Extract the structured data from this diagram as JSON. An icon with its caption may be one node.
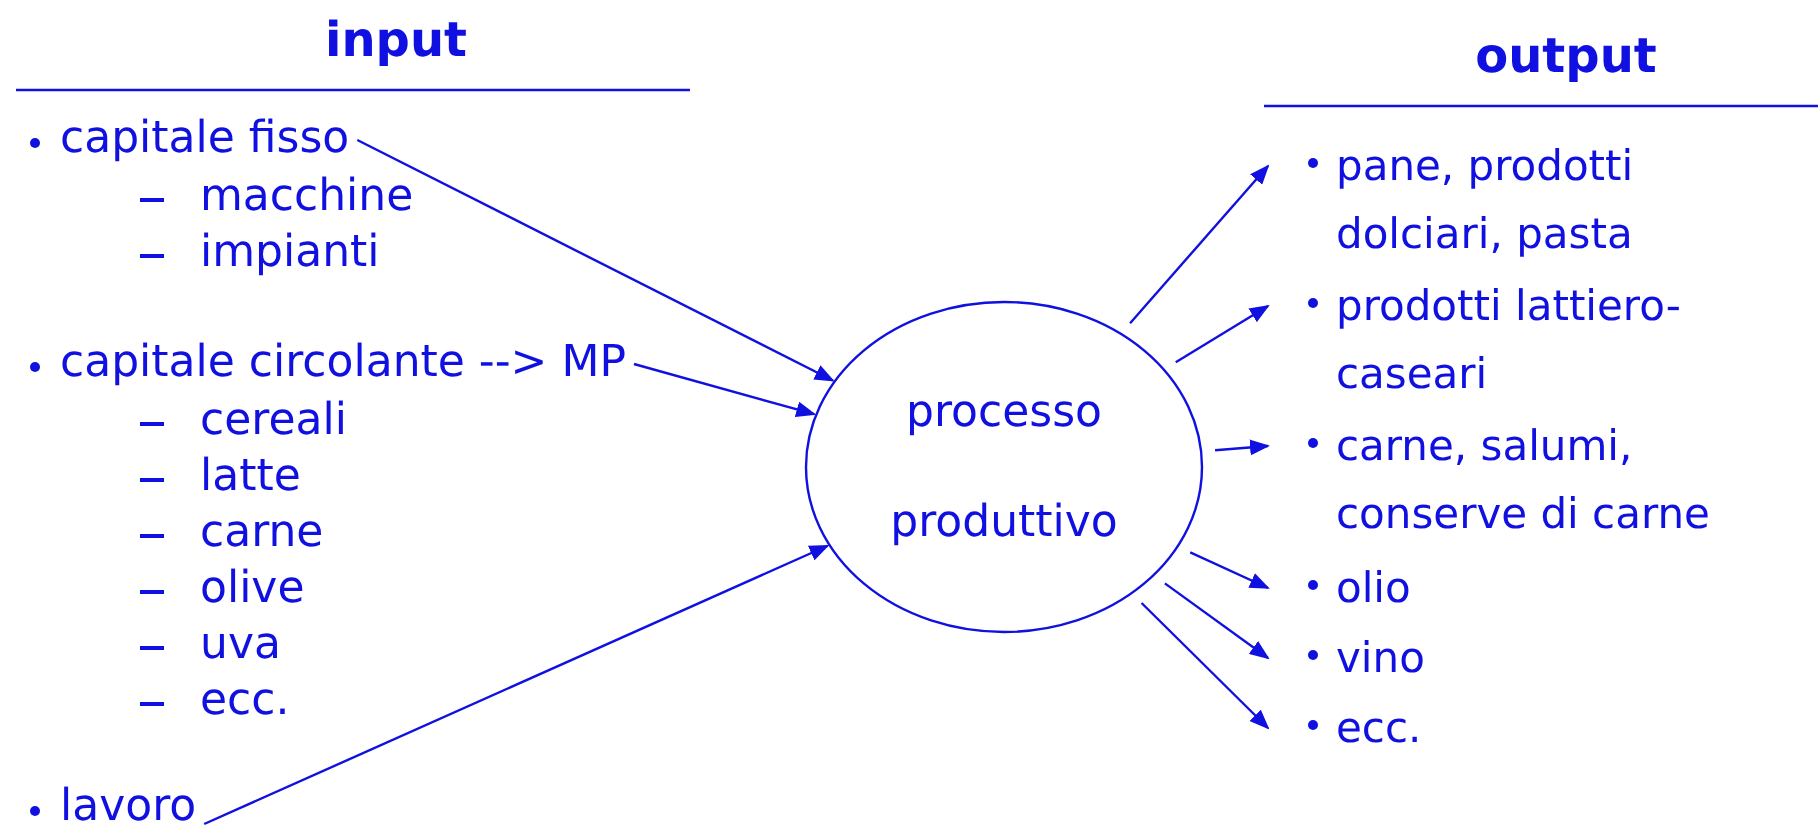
{
  "diagram": {
    "nodes": [
      {
        "text": [
          "capitale fisso"
        ]
      },
      {
        "text": [
          "capitale circolante --> MP"
        ]
      },
      {
        "text": [
          "lavoro"
        ]
      },
      {
        "text": [
          "processo produttivo"
        ]
      },
      {
        "text": [
          "pane, prodotti dolciari, pasta"
        ]
      },
      {
        "text": [
          "prodotti lattiero-caseari"
        ]
      },
      {
        "text": [
          "carne, salumi, conserve di carne"
        ]
      },
      {
        "text": [
          "olio"
        ]
      },
      {
        "text": [
          "vino"
        ]
      },
      {
        "text": [
          "ecc."
        ]
      }
    ],
    "edges": [
      {
        "from": 0,
        "to": 3,
        "arrow": "to"
      },
      {
        "from": 1,
        "to": 3,
        "arrow": "to"
      },
      {
        "from": 2,
        "to": 3,
        "arrow": "to"
      },
      {
        "from": 3,
        "to": 4,
        "arrow": "to"
      },
      {
        "from": 3,
        "to": 5,
        "arrow": "to"
      },
      {
        "from": 3,
        "to": 6,
        "arrow": "to"
      },
      {
        "from": 3,
        "to": 7,
        "arrow": "to"
      },
      {
        "from": 3,
        "to": 8,
        "arrow": "to"
      },
      {
        "from": 3,
        "to": 9,
        "arrow": "to"
      }
    ],
    "labels": [
      "input",
      "output",
      "macchine",
      "impianti",
      "cereali",
      "latte",
      "carne",
      "olive",
      "uva",
      "ecc."
    ]
  }
}
